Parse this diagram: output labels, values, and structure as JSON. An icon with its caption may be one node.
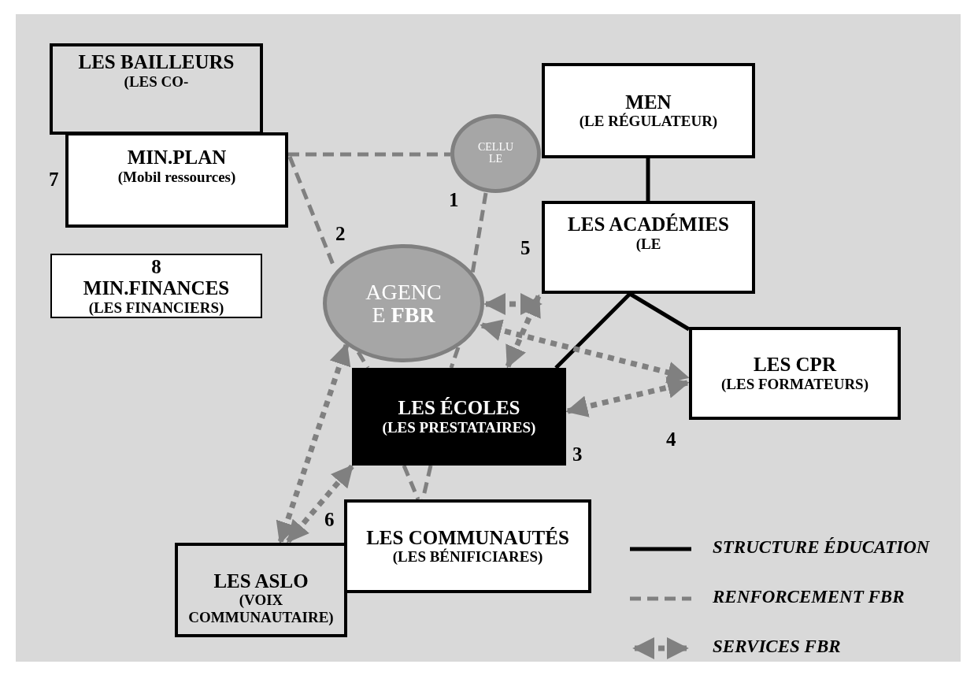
{
  "diagram": {
    "nodes": [
      {
        "text": [
          "LES BAILLEURS",
          "(LES CO-"
        ]
      },
      {
        "text": [
          "MIN.PLAN",
          "(Mobil ressources)"
        ]
      },
      {
        "text": [
          "8",
          "MIN.FINANCES",
          "(LES FINANCIERS)"
        ]
      },
      {
        "text": [
          "CELLU LE"
        ]
      },
      {
        "text": [
          "MEN",
          "(LE RÉGULATEUR)"
        ]
      },
      {
        "text": [
          "LES ACADÉMIES",
          "(LE"
        ]
      },
      {
        "text": [
          "AGENC E **FBR**"
        ]
      },
      {
        "text": [
          "LES ÉCOLES",
          "(LES PRESTATAIRES)"
        ]
      },
      {
        "text": [
          "LES CPR",
          "(LES FORMATEURS)"
        ]
      },
      {
        "text": [
          "LES ASLO",
          "(VOIX COMMUNAUTAIRE)"
        ]
      },
      {
        "text": [
          "LES COMMUNAUTÉS",
          "(LES BÉNIFICIARES)"
        ]
      }
    ],
    "edges": [
      {
        "from": 1,
        "to": 3,
        "arrow": "none",
        "style": "dashed"
      },
      {
        "from": 1,
        "to": 6,
        "arrow": "none",
        "style": "dashed"
      },
      {
        "from": 3,
        "to": 6,
        "arrow": "none",
        "style": "dashed"
      },
      {
        "from": 4,
        "to": 5,
        "arrow": "none",
        "color": "#000000"
      },
      {
        "from": 5,
        "to": 7,
        "arrow": "none",
        "color": "#000000"
      },
      {
        "from": 5,
        "to": 8,
        "arrow": "none",
        "color": "#000000"
      },
      {
        "from": 6,
        "to": 5,
        "arrow": "both",
        "style": "dashed"
      },
      {
        "from": 5,
        "to": 7,
        "arrow": "both",
        "style": "dashed"
      },
      {
        "from": 6,
        "to": 8,
        "arrow": "both",
        "style": "dashed"
      },
      {
        "from": 7,
        "to": 8,
        "arrow": "both",
        "style": "dashed"
      },
      {
        "from": 6,
        "to": 9,
        "arrow": "both",
        "style": "dashed"
      },
      {
        "from": 9,
        "to": 7,
        "arrow": "both",
        "style": "dashed"
      },
      {
        "from": 6,
        "to": 7,
        "arrow": "none",
        "style": "dashed"
      },
      {
        "from": 6,
        "to": 7,
        "arrow": "none",
        "style": "dashed"
      },
      {
        "from": 7,
        "to": 10,
        "arrow": "none",
        "style": "dashed"
      },
      {
        "from": 7,
        "to": 10,
        "arrow": "none",
        "style": "dashed"
      }
    ],
    "labels": [
      "7",
      "1",
      "2",
      "5",
      "3",
      "4",
      "6"
    ],
    "legend": [
      {
        "text": "STRUCTURE ÉDUCATION"
      },
      {
        "text": "RENFORCEMENT FBR"
      },
      {
        "text": "SERVICES FBR"
      }
    ]
  }
}
